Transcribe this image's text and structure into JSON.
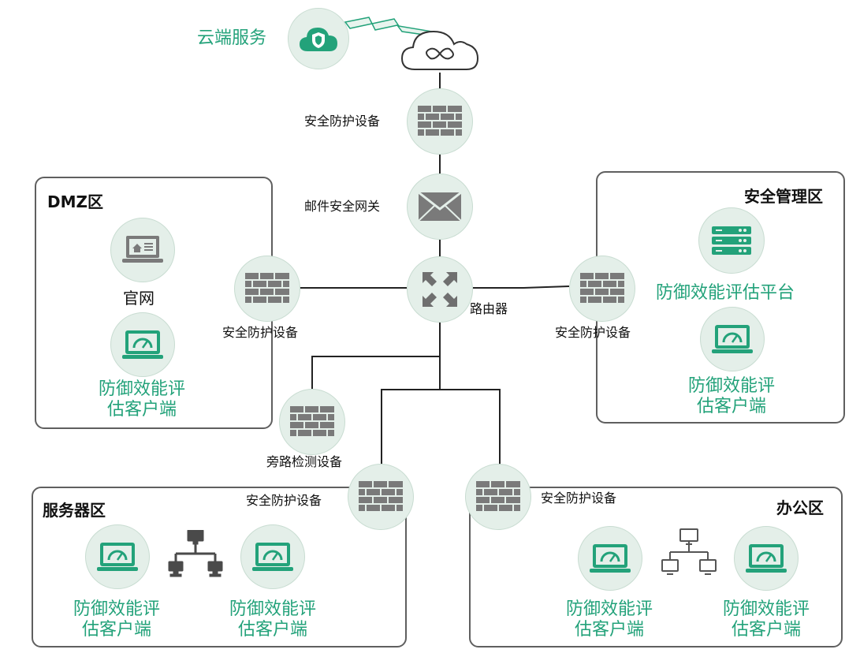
{
  "cloud": {
    "label": "云端服务"
  },
  "top_firewall": {
    "label": "安全防护设备"
  },
  "mail_gateway": {
    "label": "邮件安全网关"
  },
  "router": {
    "label": "路由器"
  },
  "dmz": {
    "title": "DMZ区",
    "website_label": "官网",
    "client_line1": "防御效能评",
    "client_line2": "估客户端",
    "firewall_label": "安全防护设备"
  },
  "mgmt": {
    "title": "安全管理区",
    "platform_label": "防御效能评估平台",
    "client_line1": "防御效能评",
    "client_line2": "估客户端",
    "firewall_label": "安全防护设备"
  },
  "bypass": {
    "label": "旁路检测设备"
  },
  "server_zone": {
    "title": "服务器区",
    "firewall_label": "安全防护设备",
    "client_line1": "防御效能评",
    "client_line2": "估客户端"
  },
  "office_zone": {
    "title": "办公区",
    "firewall_label": "安全防护设备",
    "client_line1": "防御效能评",
    "client_line2": "估客户端"
  },
  "colors": {
    "accent": "#23a27a",
    "node_bg": "#e4efe9",
    "icon_gray": "#7a7a7a",
    "border": "#5f5f5f"
  },
  "icons": [
    "cloud-shield-icon",
    "cloud-infinity-icon",
    "firewall-icon",
    "mail-icon",
    "router-icon",
    "website-icon",
    "monitor-gauge-icon",
    "server-rack-icon",
    "network-tree-icon"
  ]
}
